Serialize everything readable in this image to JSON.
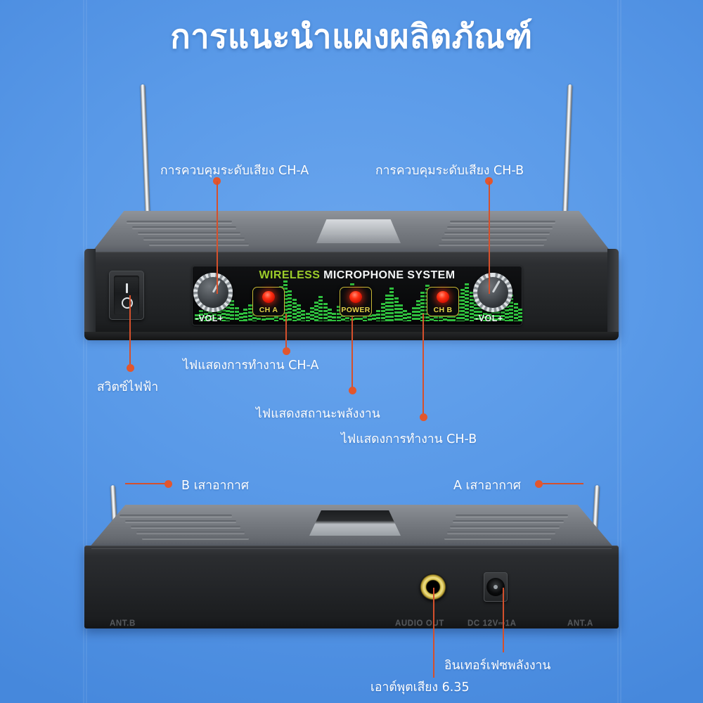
{
  "page": {
    "title": "การแนะนำแผงผลิตภัณฑ์",
    "background_color": "#5a9ae8",
    "leader_color": "#d4502c",
    "label_color": "#ffffff"
  },
  "callouts": [
    {
      "id": "vol-ch-a",
      "text": "การควบคุมระดับเสียง CH-A"
    },
    {
      "id": "vol-ch-b",
      "text": "การควบคุมระดับเสียง CH-B"
    },
    {
      "id": "power-switch",
      "text": "สวิตซ์ไฟฟ้า"
    },
    {
      "id": "led-ch-a",
      "text": "ไฟแสดงการทำงาน CH-A"
    },
    {
      "id": "led-power",
      "text": "ไฟแสดงสถานะพลังงาน"
    },
    {
      "id": "led-ch-b",
      "text": "ไฟแสดงการทำงาน CH-B"
    },
    {
      "id": "antenna-b",
      "text": "B เสาอากาศ"
    },
    {
      "id": "antenna-a",
      "text": "A เสาอากาศ"
    },
    {
      "id": "power-port",
      "text": "อินเทอร์เฟซพลังงาน"
    },
    {
      "id": "audio-out",
      "text": "เอาต์พุตเสียง 6.35"
    }
  ],
  "front_panel": {
    "brand_word_1": "WIRELESS",
    "brand_word_2": "MICROPHONE SYSTEM",
    "brand_color_1": "#9ccc2a",
    "brand_color_2": "#f2f4f5",
    "vol_left": "-VOL+",
    "vol_right": "-VOL+",
    "buttons": [
      {
        "label": "CH A",
        "led_color": "#ff3214",
        "outline_color": "#c9b836"
      },
      {
        "label": "POWER",
        "led_color": "#ff3214",
        "outline_color": "#c9b836"
      },
      {
        "label": "CH B",
        "led_color": "#ff3214",
        "outline_color": "#c9b836"
      }
    ],
    "switch_on_symbol": "I",
    "switch_off_symbol": "O"
  },
  "rear_panel": {
    "ports": [
      {
        "label": "ANT.B"
      },
      {
        "label": "AUDIO OUT"
      },
      {
        "label": "DC 12V⎓1A"
      },
      {
        "label": "ANT.A"
      }
    ]
  }
}
